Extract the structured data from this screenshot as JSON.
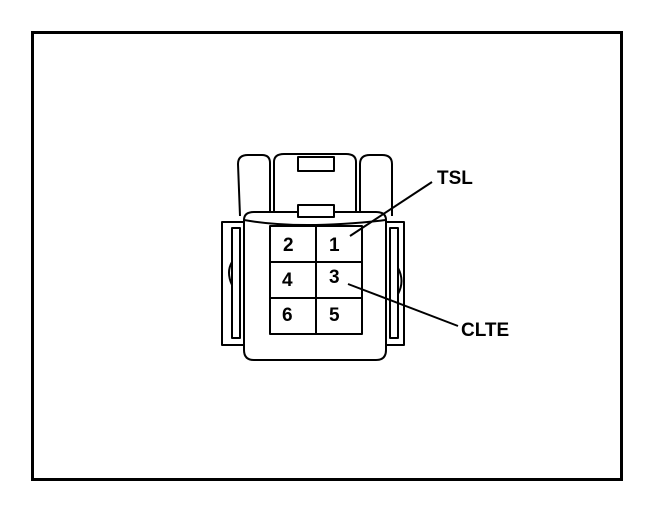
{
  "diagram": {
    "pins": [
      {
        "number": "1"
      },
      {
        "number": "2"
      },
      {
        "number": "3"
      },
      {
        "number": "4"
      },
      {
        "number": "5"
      },
      {
        "number": "6"
      }
    ],
    "callouts": [
      {
        "label": "TSL",
        "pin": "1"
      },
      {
        "label": "CLTE",
        "pin": "3"
      }
    ],
    "colors": {
      "stroke": "#000000",
      "background": "#ffffff"
    }
  }
}
